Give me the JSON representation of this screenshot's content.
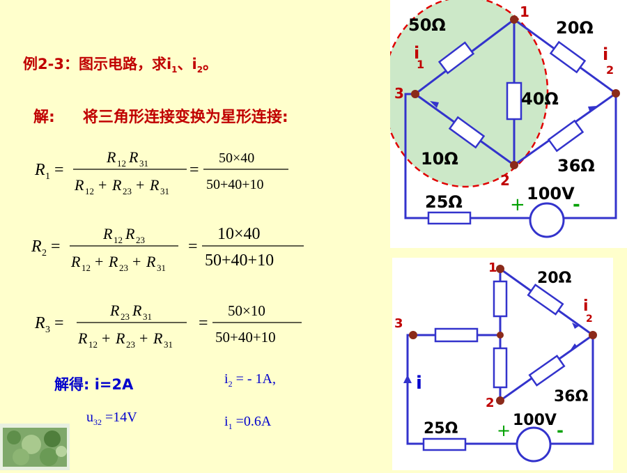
{
  "title": {
    "prefix": "例2-3：图示电路，求",
    "i1_base": "i",
    "i1_sub": "1",
    "sep": "、",
    "i2_base": "i",
    "i2_sub": "2",
    "suffix": "。"
  },
  "solution": {
    "label": "解",
    "colon": ":",
    "text": "将三角形连接变换为星形连接:"
  },
  "equations": [
    {
      "lhs": "R",
      "lhs_sub": "1",
      "num_a": "R",
      "num_a_sub": "12",
      "num_b": "R",
      "num_b_sub": "31",
      "den": [
        "R",
        "12",
        "R",
        "23",
        "R",
        "31"
      ],
      "num_value": "50×40",
      "den_value": "50+40+10"
    },
    {
      "lhs": "R",
      "lhs_sub": "2",
      "num_a": "R",
      "num_a_sub": "12",
      "num_b": "R",
      "num_b_sub": "23",
      "den": [
        "R",
        "12",
        "R",
        "23",
        "R",
        "31"
      ],
      "num_value": "10×40",
      "den_value": "50+40+10"
    },
    {
      "lhs": "R",
      "lhs_sub": "3",
      "num_a": "R",
      "num_a_sub": "23",
      "num_b": "R",
      "num_b_sub": "31",
      "den": [
        "R",
        "12",
        "R",
        "23",
        "R",
        "31"
      ],
      "num_value": "50×10",
      "den_value": "50+40+10"
    }
  ],
  "results": {
    "label": "解得: i=2A",
    "i2": {
      "base": "i",
      "sub": "2",
      "rest": " = - 1A,"
    },
    "u32": {
      "base": "u",
      "sub": "32",
      "rest": " =14V"
    },
    "i1": {
      "base": "i",
      "sub": "1",
      "rest": " =0.6A"
    }
  },
  "circuit_top": {
    "r_50": "50Ω",
    "r_20": "20Ω",
    "r_40": "40Ω",
    "r_10": "10Ω",
    "r_36": "36Ω",
    "r_25": "25Ω",
    "source": "100V",
    "plus": "+",
    "minus": "-",
    "node1": "1",
    "node2": "2",
    "node3": "3",
    "i1": "i",
    "i1_sub": "1",
    "i2": "i",
    "i2_sub": "2"
  },
  "circuit_bottom": {
    "r_20": "20Ω",
    "r_36": "36Ω",
    "r_25": "25Ω",
    "source": "100V",
    "plus": "+",
    "minus": "-",
    "node1": "1",
    "node2": "2",
    "node3": "3",
    "i": "i",
    "i2": "i",
    "i2_sub": "2"
  },
  "colors": {
    "background": "#FFFFCC",
    "title_red": "#C00000",
    "wire_blue": "#3333CC",
    "result_blue": "#0000CC",
    "node_brown": "#8B2A1A",
    "oval_fill": "#CCE8C8",
    "oval_stroke": "#E00000"
  }
}
